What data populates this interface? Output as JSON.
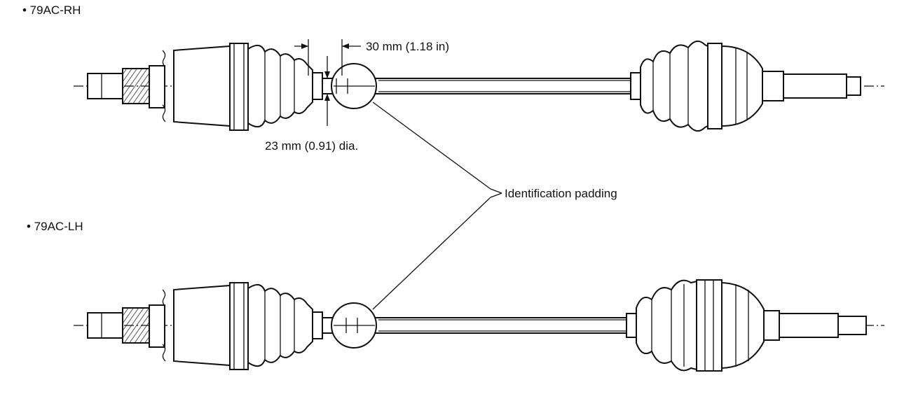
{
  "labels": {
    "rh_title": "• 79AC-RH",
    "lh_title": "• 79AC-LH",
    "dim_length": "30 mm (1.18 in)",
    "dim_diameter": "23 mm (0.91) dia.",
    "callout": "Identification padding"
  }
}
